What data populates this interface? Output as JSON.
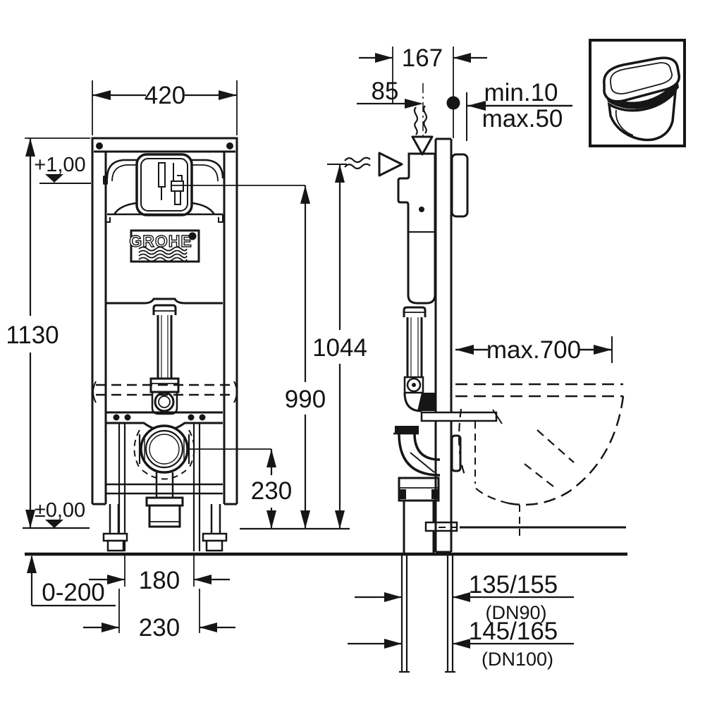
{
  "logo": {
    "brand": "GROHE"
  },
  "dimensions": {
    "frame_width": "420",
    "frame_height": "1130",
    "level_upper": "+1,00",
    "level_floor": "±0,00",
    "height_inlet": "1044",
    "height_valve": "990",
    "outlet_center_height": "230",
    "floor_buildup_range": "0-200",
    "stud_spacing": "180",
    "outlet_spacing": "230",
    "frame_depth": "167",
    "inlet_offset": "85",
    "wall_finish_min": "min.10",
    "wall_finish_max": "max.50",
    "support_depth_max": "max.700",
    "drain_dn90": "135/155",
    "drain_dn90_note": "(DN90)",
    "drain_dn100": "145/165",
    "drain_dn100_note": "(DN100)"
  },
  "colors": {
    "line": "#161616",
    "background": "#ffffff"
  }
}
